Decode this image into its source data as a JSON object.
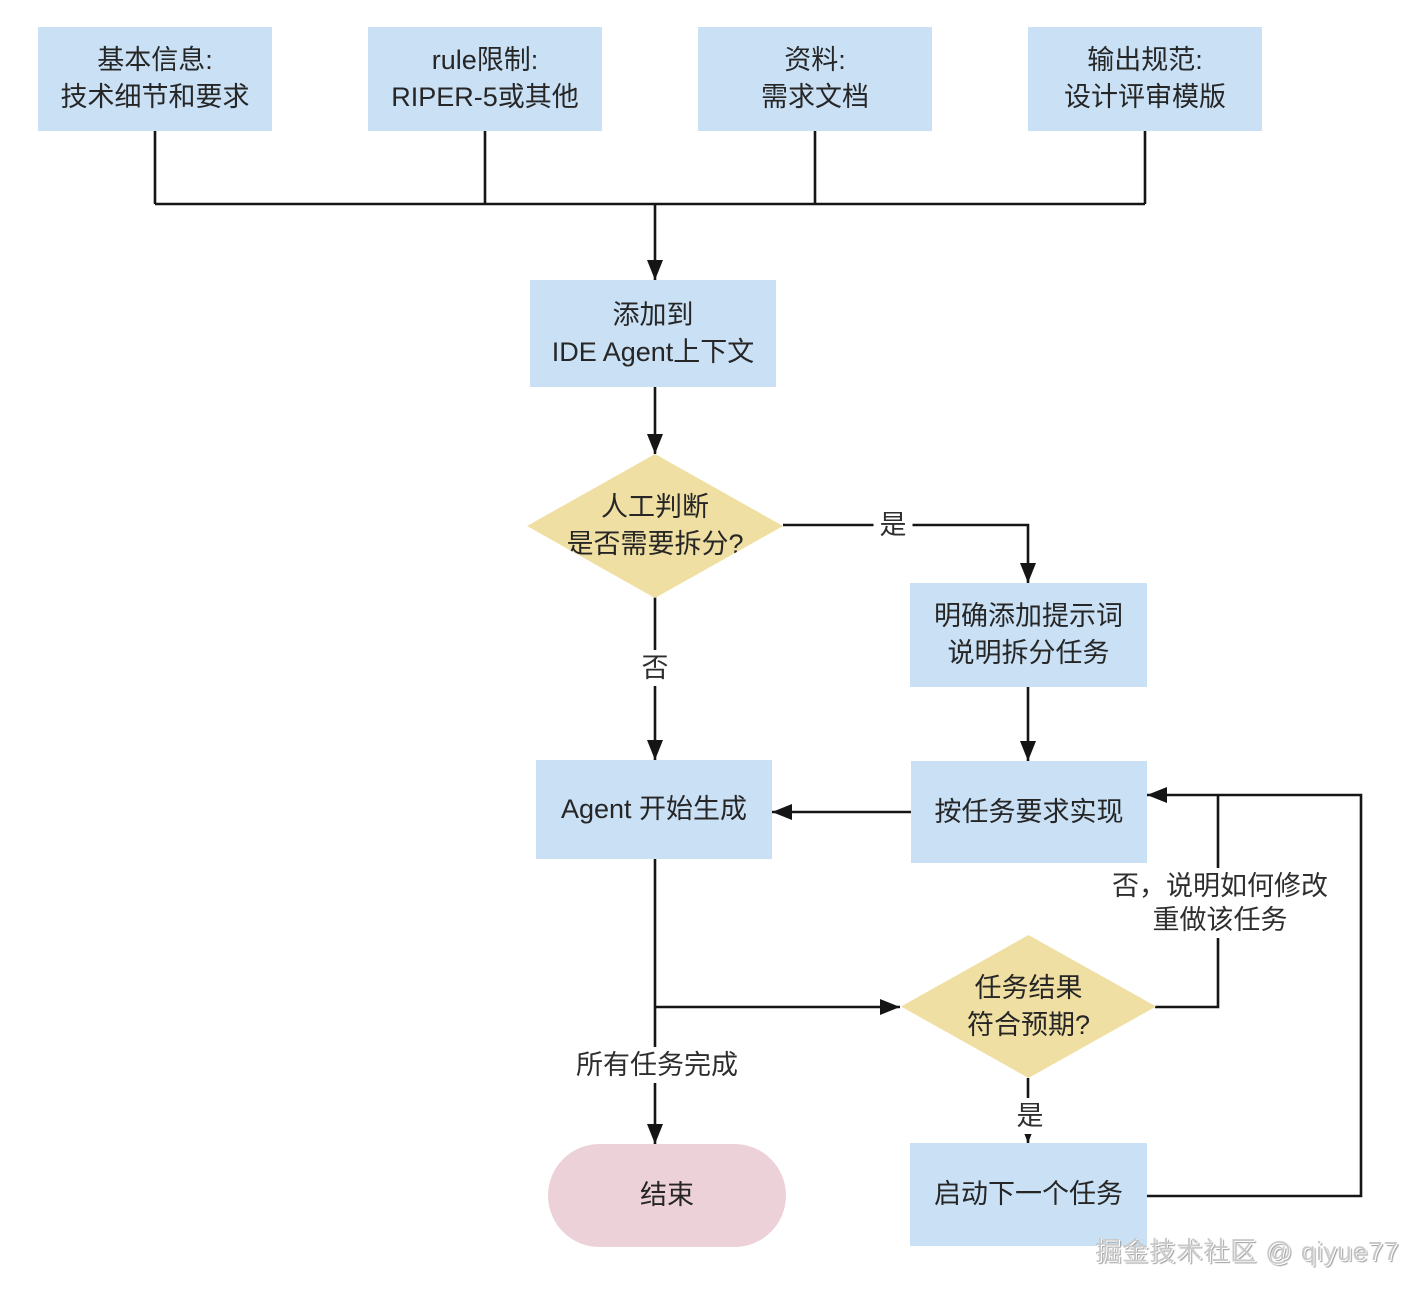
{
  "flowchart": {
    "top_inputs": [
      {
        "line1": "基本信息:",
        "line2": "技术细节和要求"
      },
      {
        "line1": "rule限制:",
        "line2": "RIPER-5或其他"
      },
      {
        "line1": "资料:",
        "line2": "需求文档"
      },
      {
        "line1": "输出规范:",
        "line2": "设计评审模版"
      }
    ],
    "nodes": {
      "add_context": {
        "line1": "添加到",
        "line2": "IDE Agent上下文"
      },
      "decision_split": {
        "line1": "人工判断",
        "line2": "是否需要拆分?"
      },
      "add_prompt": {
        "line1": "明确添加提示词",
        "line2": "说明拆分任务"
      },
      "implement": {
        "label": "按任务要求实现"
      },
      "agent_generate": {
        "label": "Agent 开始生成"
      },
      "decision_result": {
        "line1": "任务结果",
        "line2": "符合预期?"
      },
      "next_task": {
        "label": "启动下一个任务"
      },
      "end": {
        "label": "结束"
      }
    },
    "edge_labels": {
      "split_yes": "是",
      "split_no": "否",
      "redo_line1": "否，说明如何修改",
      "redo_line2": "重做该任务",
      "all_done": "所有任务完成",
      "result_yes": "是"
    },
    "colors": {
      "process_fill": "#c9e0f5",
      "decision_fill": "#f0dfa2",
      "end_fill": "#edd1d8",
      "line": "#151515",
      "text": "#262626",
      "watermark": "#c9c9c9"
    },
    "watermark": "掘金技术社区 @ qiyue77"
  }
}
